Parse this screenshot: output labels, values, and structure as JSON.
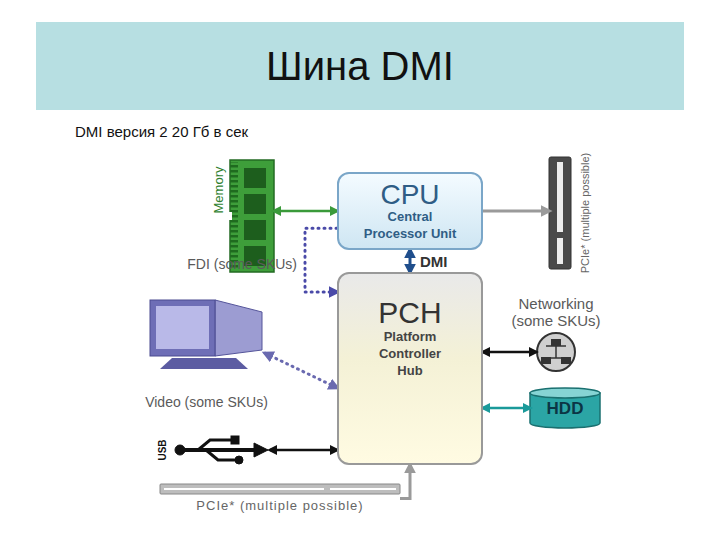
{
  "diagram": {
    "title": "Шина DMI",
    "nodes": [
      {
        "text": [
          "Memory"
        ]
      },
      {
        "text": [
          "CPU",
          "Central Processor Unit"
        ]
      },
      {
        "text": [
          "PCIe* (multiple possible)"
        ]
      },
      {
        "text": [
          "PCH",
          "Platform Controller Hub"
        ]
      },
      {
        "text": [
          "Networking (some SKUs)"
        ]
      },
      {
        "text": [
          "Video (some SKUs)"
        ]
      },
      {
        "text": [
          "HDD"
        ]
      },
      {
        "text": [
          "USB"
        ]
      },
      {
        "text": [
          "PCIe* (multiple possible)"
        ]
      }
    ],
    "edges": [
      {
        "from": 0,
        "to": 1,
        "arrow": "both"
      },
      {
        "from": 1,
        "to": 2,
        "arrow": "to"
      },
      {
        "from": 1,
        "to": 3,
        "label": "DMI",
        "arrow": "both"
      },
      {
        "from": 1,
        "to": 3,
        "label": "FDI (some SKUs)",
        "arrow": "to"
      },
      {
        "from": 5,
        "to": 3,
        "arrow": "both"
      },
      {
        "from": 3,
        "to": 4,
        "arrow": "both"
      },
      {
        "from": 3,
        "to": 6,
        "arrow": "both"
      },
      {
        "from": 3,
        "to": 7,
        "arrow": "both"
      },
      {
        "from": 8,
        "to": 3,
        "arrow": "to"
      }
    ],
    "labels": [
      "DMI версия 2 20 Гб в сек"
    ]
  }
}
